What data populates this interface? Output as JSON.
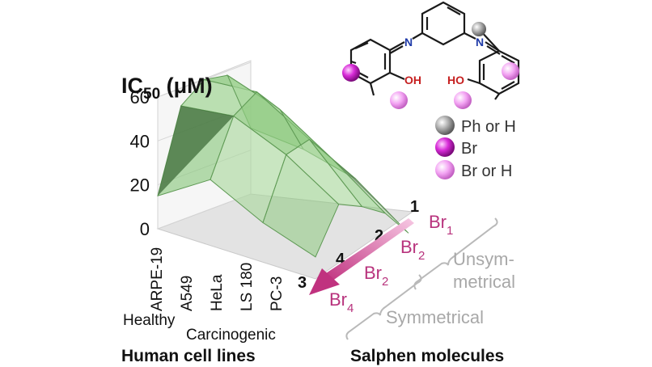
{
  "chart_data": {
    "type": "surface3d",
    "z_label": {
      "main": "IC",
      "sub": "50",
      "unit": " (μM)"
    },
    "z_ticks": [
      "0",
      "20",
      "40",
      "60"
    ],
    "zlim": [
      0,
      60
    ],
    "cell_lines": [
      "ARPE-19",
      "A549",
      "HeLa",
      "LS 180",
      "PC-3"
    ],
    "molecules": [
      "1",
      "2",
      "4",
      "3"
    ],
    "values_ic50": [
      [
        15,
        52,
        60,
        58,
        30
      ],
      [
        30,
        55,
        62,
        50,
        28
      ],
      [
        18,
        45,
        48,
        35,
        22
      ],
      [
        10,
        30,
        25,
        18,
        5
      ]
    ],
    "groups_x": {
      "healthy": "Healthy",
      "carcinogenic": "Carcinogenic"
    },
    "axis_title_x": "Human cell lines",
    "axis_title_y": "Salphen molecules",
    "surface_color": "#8cc97e",
    "edge_color": "#5f9a55"
  },
  "annotations": {
    "br_labels": [
      {
        "base": "Br",
        "sub": "1"
      },
      {
        "base": "Br",
        "sub": "2"
      },
      {
        "base": "Br",
        "sub": "2"
      },
      {
        "base": "Br",
        "sub": "4"
      }
    ],
    "unsym_1": "Unsym-",
    "unsym_2": "metrical",
    "symmetrical": "Symmetrical",
    "arrow_color": "#c0327f"
  },
  "structure": {
    "oh_left": "OH",
    "ho_right": "HO",
    "n_left": "N",
    "n_right": "N",
    "legend": [
      {
        "label": "Ph or H",
        "color": "#9a9a9a"
      },
      {
        "label": "Br",
        "color": "#d21fd2"
      },
      {
        "label": "Br or H",
        "color": "#f08cf0"
      }
    ]
  }
}
